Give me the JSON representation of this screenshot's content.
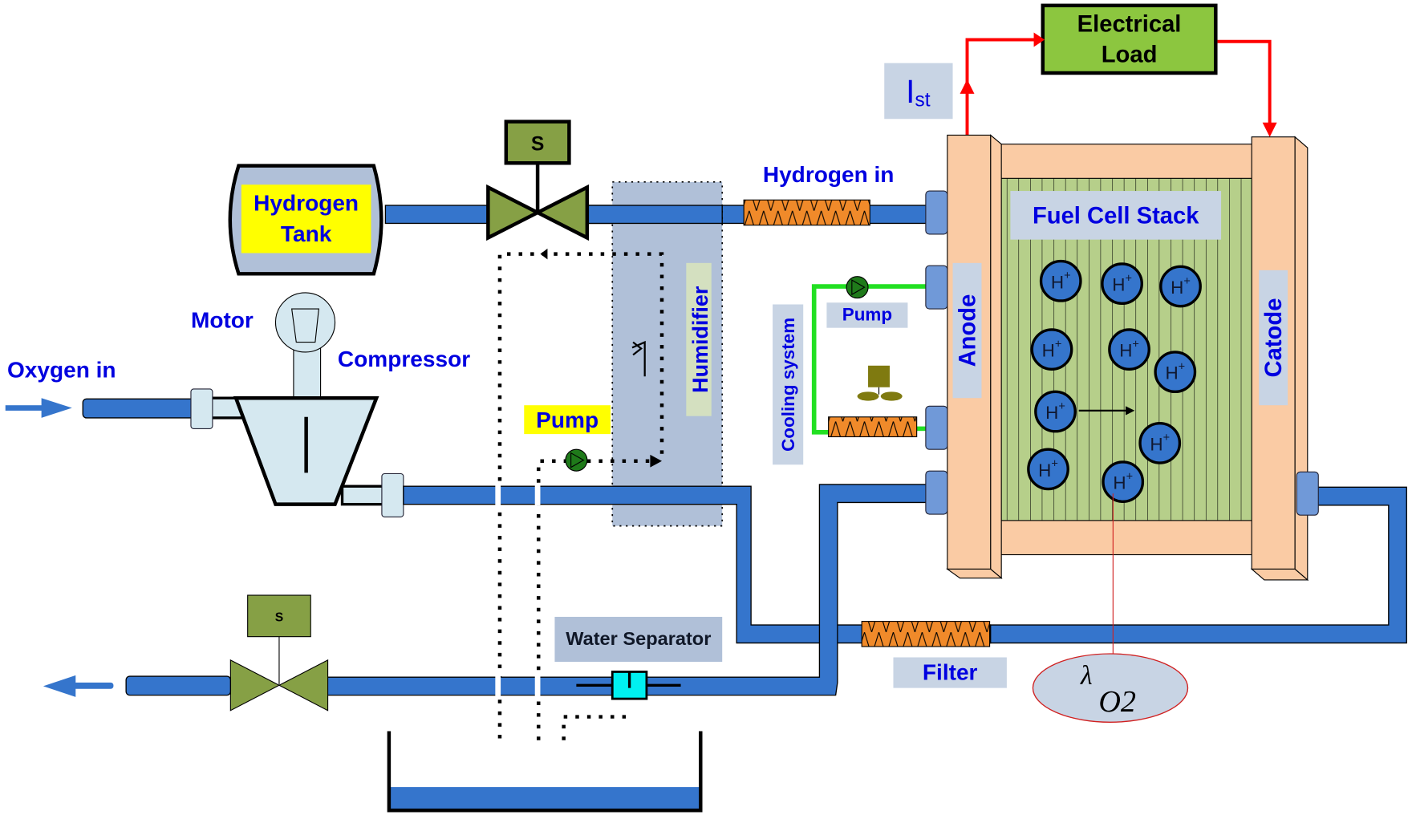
{
  "labels": {
    "electrical_load_line1": "Electrical",
    "electrical_load_line2": "Load",
    "current_symbol": "I",
    "current_subscript": "st",
    "hydrogen_tank_line1": "Hydrogen",
    "hydrogen_tank_line2": "Tank",
    "solenoid_top": "S",
    "solenoid_bottom": "S",
    "hydrogen_in": "Hydrogen in",
    "fuel_cell_stack": "Fuel Cell Stack",
    "anode": "Anode",
    "catode": "Catode",
    "motor": "Motor",
    "compressor": "Compressor",
    "oxygen_in": "Oxygen in",
    "humidifier": "Humidifier",
    "pump_humidifier": "Pump",
    "pump_cooling": "Pump",
    "cooling_system": "Cooling system",
    "water_separator": "Water Separator",
    "filter": "Filter",
    "lambda_symbol": "λ",
    "lambda_subscript": "O2",
    "ion": "H",
    "ion_charge": "+"
  },
  "colors": {
    "pipe": "#3575cc",
    "electric": "#ff0000",
    "load_box": "#8cc63f",
    "valve": "#86a045",
    "stack_frame": "#facba4",
    "stack_core": "#b6cf8a",
    "heater": "#f08a2a",
    "coolant": "#22e022",
    "label_text": "#0000e0",
    "label_bg": "#c8d4e4",
    "highlight": "#ffff00"
  },
  "ions_count": 11
}
